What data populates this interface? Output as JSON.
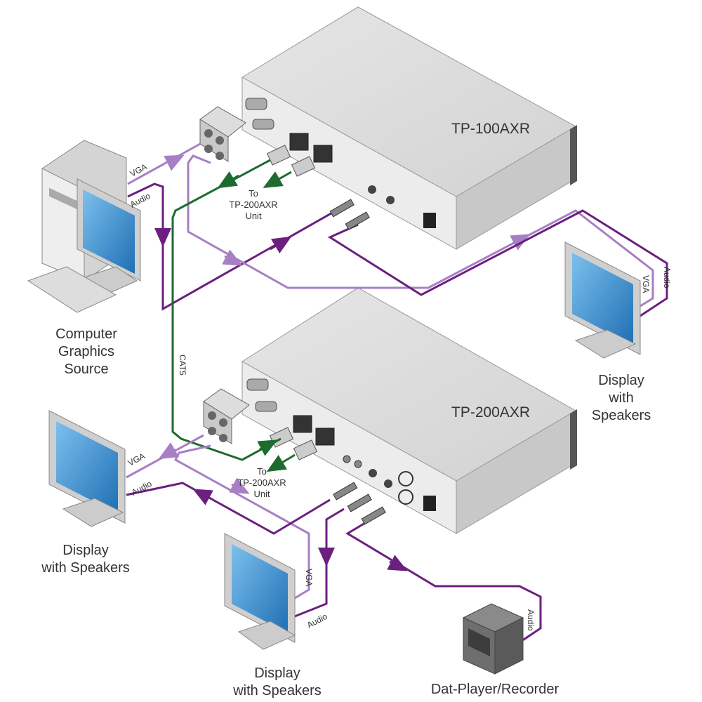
{
  "diagram": {
    "devices": {
      "transmitter": {
        "label": "TP-100AXR"
      },
      "receiver": {
        "label": "TP-200AXR"
      }
    },
    "nodes": {
      "source": {
        "label_lines": [
          "Computer",
          "Graphics",
          "Source"
        ]
      },
      "display_right": {
        "label_lines": [
          "Display",
          "with",
          "Speakers"
        ]
      },
      "display_left": {
        "label_lines": [
          "Display",
          "with Speakers"
        ]
      },
      "display_bottom": {
        "label_lines": [
          "Display",
          "with Speakers"
        ]
      },
      "dat_player": {
        "label": "Dat-Player/Recorder"
      }
    },
    "annotations": {
      "to_unit_top": [
        "To",
        "TP-200AXR",
        "Unit"
      ],
      "to_unit_bottom": [
        "To",
        "TP-200AXR",
        "Unit"
      ],
      "cat5": "CAT5"
    },
    "cable_labels": {
      "vga": "VGA",
      "audio": "Audio"
    },
    "colors": {
      "vga_cable": "#a77fc4",
      "audio_cable": "#6b1f7f",
      "cat5_cable": "#1e6b30",
      "device_body": "#d9d9d9",
      "device_front": "#ececec",
      "screen": "#3a8fd0"
    }
  }
}
